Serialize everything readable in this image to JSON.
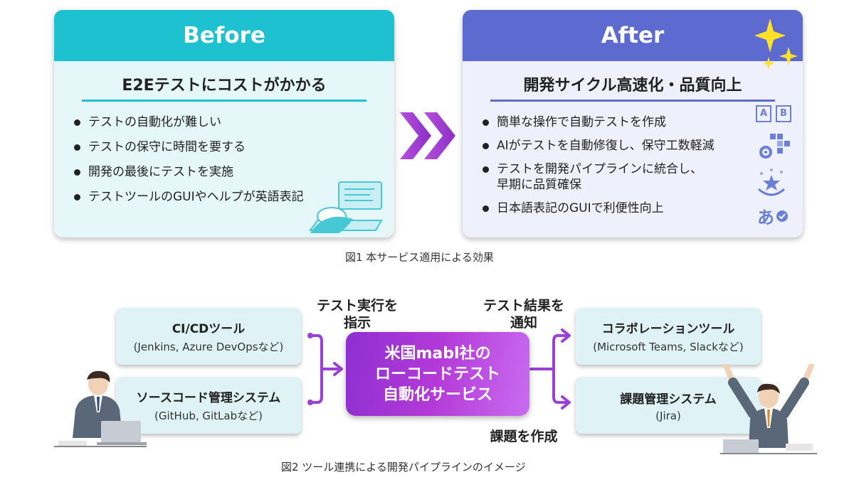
{
  "figure1": {
    "before": {
      "title": "Before",
      "subtitle": "E2Eテストにコストがかかる",
      "items": [
        "テストの自動化が難しい",
        "テストの保守に時間を要する",
        "開発の最後にテストを実施",
        "テストツールのGUIやヘルプが英語表記"
      ]
    },
    "after": {
      "title": "After",
      "subtitle": "開発サイクル高速化・品質向上",
      "items": [
        "簡単な操作で自動テストを作成",
        "AIがテストを自動修復し、保守工数軽減",
        "テストを開発パイプラインに統合し、",
        "早期に品質確保",
        "日本語表記のGUIで利便性向上"
      ],
      "icon_ab": [
        "A",
        "B"
      ],
      "icon_lang": "あ"
    },
    "caption": "図1 本サービス適用による効果"
  },
  "figure2": {
    "ci_tool": {
      "title": "CI/CDツール",
      "sub": "(Jenkins, Azure DevOpsなど)"
    },
    "scm_tool": {
      "title": "ソースコード管理システム",
      "sub": "(GitHub, GitLabなど)"
    },
    "collab_tool": {
      "title": "コラボレーションツール",
      "sub": "(Microsoft Teams, Slackなど)"
    },
    "issue_tool": {
      "title": "課題管理システム",
      "sub": "(Jira)"
    },
    "center": [
      "米国mabl社の",
      "ローコードテスト",
      "自動化サービス"
    ],
    "label_run": [
      "テスト実行を",
      "指示"
    ],
    "label_notify": [
      "テスト結果を",
      "通知"
    ],
    "label_issue": "課題を作成",
    "caption": "図2 ツール連携による開発パイプラインのイメージ"
  },
  "colors": {
    "before_accent": "#1ec1cf",
    "after_accent": "#5d6ad0",
    "arrow_purple": "#9b3fd6",
    "center_gradient": [
      "#8e2fd1",
      "#c86cf0"
    ]
  }
}
